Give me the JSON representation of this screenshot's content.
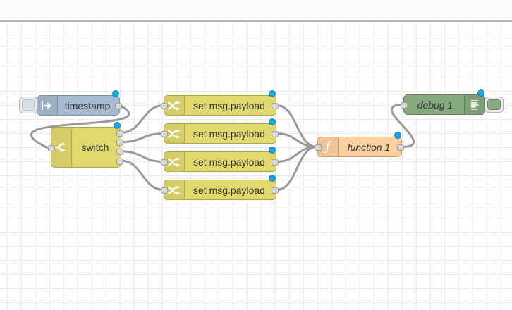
{
  "editor": {
    "app": "flow-editor",
    "grid_size": 20,
    "colors": {
      "grid_line": "#ececec",
      "wire": "#999999",
      "port_fill": "#d9d9d9",
      "port_border": "#999999",
      "changed_indicator": "#1aa9e0",
      "label_text": "#333333",
      "inject_node": "#a6bbcf",
      "switch_node": "#e2d96e",
      "change_node": "#e2d96e",
      "function_node": "#fdd0a2",
      "debug_node": "#87a980"
    }
  },
  "nodes": {
    "timestamp": {
      "type": "inject",
      "label": "timestamp",
      "color": "#a6bbcf",
      "icon": "inject-icon",
      "has_button": true,
      "outputs": 1,
      "changed": true
    },
    "switch": {
      "type": "switch",
      "label": "switch",
      "color": "#e2d96e",
      "icon": "switch-icon",
      "has_button": false,
      "outputs": 4,
      "changed": true
    },
    "change1": {
      "type": "change",
      "label": "set msg.payload",
      "color": "#e2d96e",
      "icon": "change-icon",
      "has_button": false,
      "outputs": 1,
      "changed": true
    },
    "change2": {
      "type": "change",
      "label": "set msg.payload",
      "color": "#e2d96e",
      "icon": "change-icon",
      "has_button": false,
      "outputs": 1,
      "changed": true
    },
    "change3": {
      "type": "change",
      "label": "set msg.payload",
      "color": "#e2d96e",
      "icon": "change-icon",
      "has_button": false,
      "outputs": 1,
      "changed": true
    },
    "change4": {
      "type": "change",
      "label": "set msg.payload",
      "color": "#e2d96e",
      "icon": "change-icon",
      "has_button": false,
      "outputs": 1,
      "changed": true
    },
    "function1": {
      "type": "function",
      "label": "function 1",
      "color": "#fdd0a2",
      "icon": "function-icon",
      "has_button": false,
      "outputs": 1,
      "changed": true
    },
    "debug1": {
      "type": "debug",
      "label": "debug 1",
      "color": "#87a980",
      "icon": "debug-icon",
      "has_button": true,
      "outputs": 0,
      "changed": true
    }
  },
  "wires": [
    {
      "from": "timestamp",
      "to": "switch"
    },
    {
      "from": "switch:1",
      "to": "change1"
    },
    {
      "from": "switch:2",
      "to": "change2"
    },
    {
      "from": "switch:3",
      "to": "change3"
    },
    {
      "from": "switch:4",
      "to": "change4"
    },
    {
      "from": "change1",
      "to": "function1"
    },
    {
      "from": "change2",
      "to": "function1"
    },
    {
      "from": "change3",
      "to": "function1"
    },
    {
      "from": "change4",
      "to": "function1"
    },
    {
      "from": "function1",
      "to": "debug1"
    }
  ]
}
